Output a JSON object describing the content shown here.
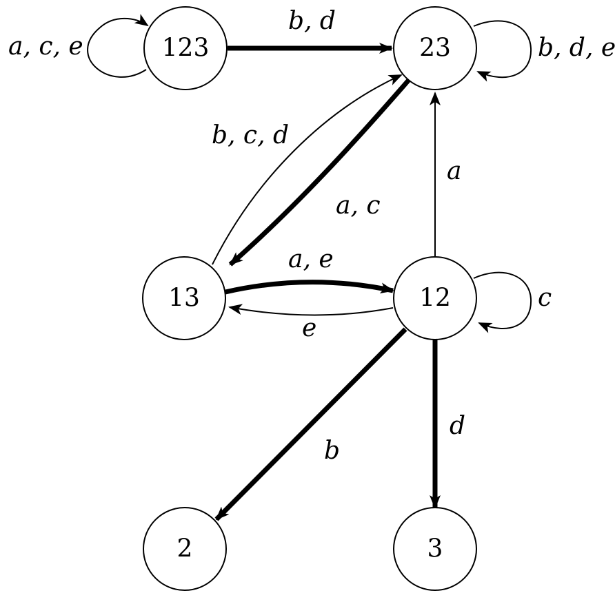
{
  "nodes": {
    "n123": "123",
    "n23": "23",
    "n13": "13",
    "n12": "12",
    "n2": "2",
    "n3": "3"
  },
  "edges": {
    "loop_123": "a, c, e",
    "e123_23": "b, d",
    "loop_23": "b, d, e",
    "e13_23": "b, c, d",
    "e23_13": "a, c",
    "e12_23": "a",
    "e13_12": "a, e",
    "e12_13": "e",
    "loop_12": "c",
    "e12_2": "b",
    "e12_3": "d"
  }
}
